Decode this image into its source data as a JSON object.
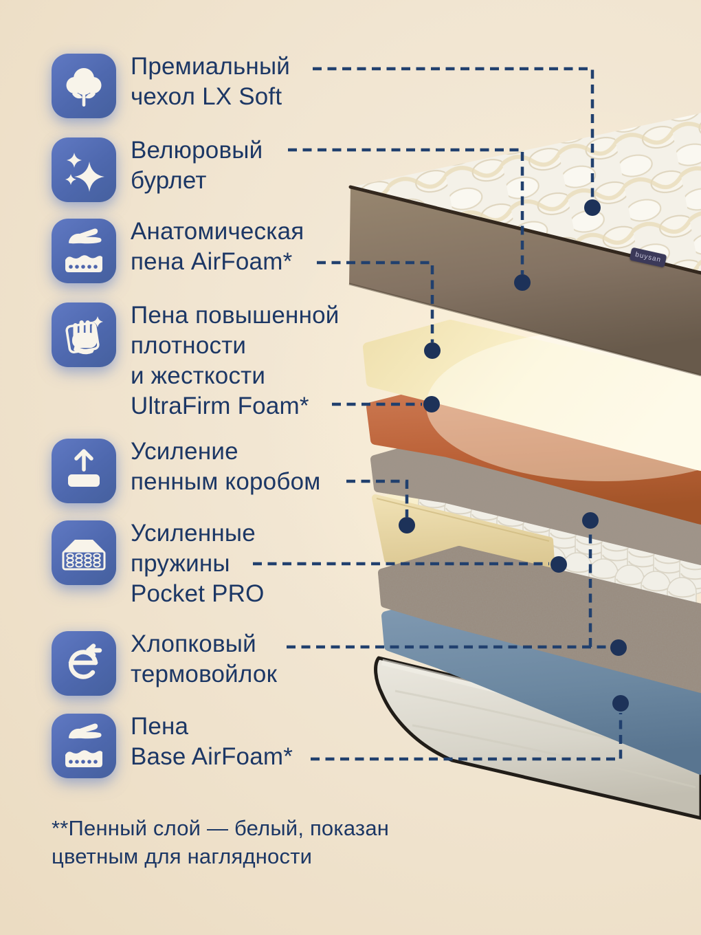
{
  "brand_tag": {
    "label": "buysan"
  },
  "features": [
    {
      "icon": "cotton-icon",
      "label": "Премиальный\nчехол LX Soft"
    },
    {
      "icon": "sparkles-icon",
      "label": "Велюровый\nбурлет"
    },
    {
      "icon": "hand-foam-icon",
      "label": "Анатомическая\nпена AirFoam*"
    },
    {
      "icon": "cleaning-hand-icon",
      "label": "Пена повышенной\nплотности\nи жесткости\nUltraFirm Foam*"
    },
    {
      "icon": "arrow-up-layer-icon",
      "label": "Усиление\nпенным коробом"
    },
    {
      "icon": "springs-icon",
      "label": "Усиленные\nпружины\nPocket PRO"
    },
    {
      "icon": "e-arrow-icon",
      "label": "Хлопковый\nтермовойлок"
    },
    {
      "icon": "hand-foam-icon",
      "label": "Пена\nBase AirFoam*"
    }
  ],
  "footnote": "**Пенный слой — белый, показан\nцветным для наглядности",
  "colors": {
    "background": "#f0e4d0",
    "icon_blue": "#5470bb",
    "text_navy": "#1c3765",
    "connector_navy": "#21406e",
    "quilt_white": "#f4f1e8",
    "velour_taupe": "#8a7a6a",
    "airfoam_cream": "#f5e8bd",
    "ultrafirm_orange": "#c06a44",
    "felt_grey": "#a09385",
    "springs_white": "#f1efe7",
    "foam_box_cream": "#eaday: #eadcae",
    "base_airfoam_blue": "#74909c",
    "bottom_cover_grey": "#dcd9cf"
  }
}
